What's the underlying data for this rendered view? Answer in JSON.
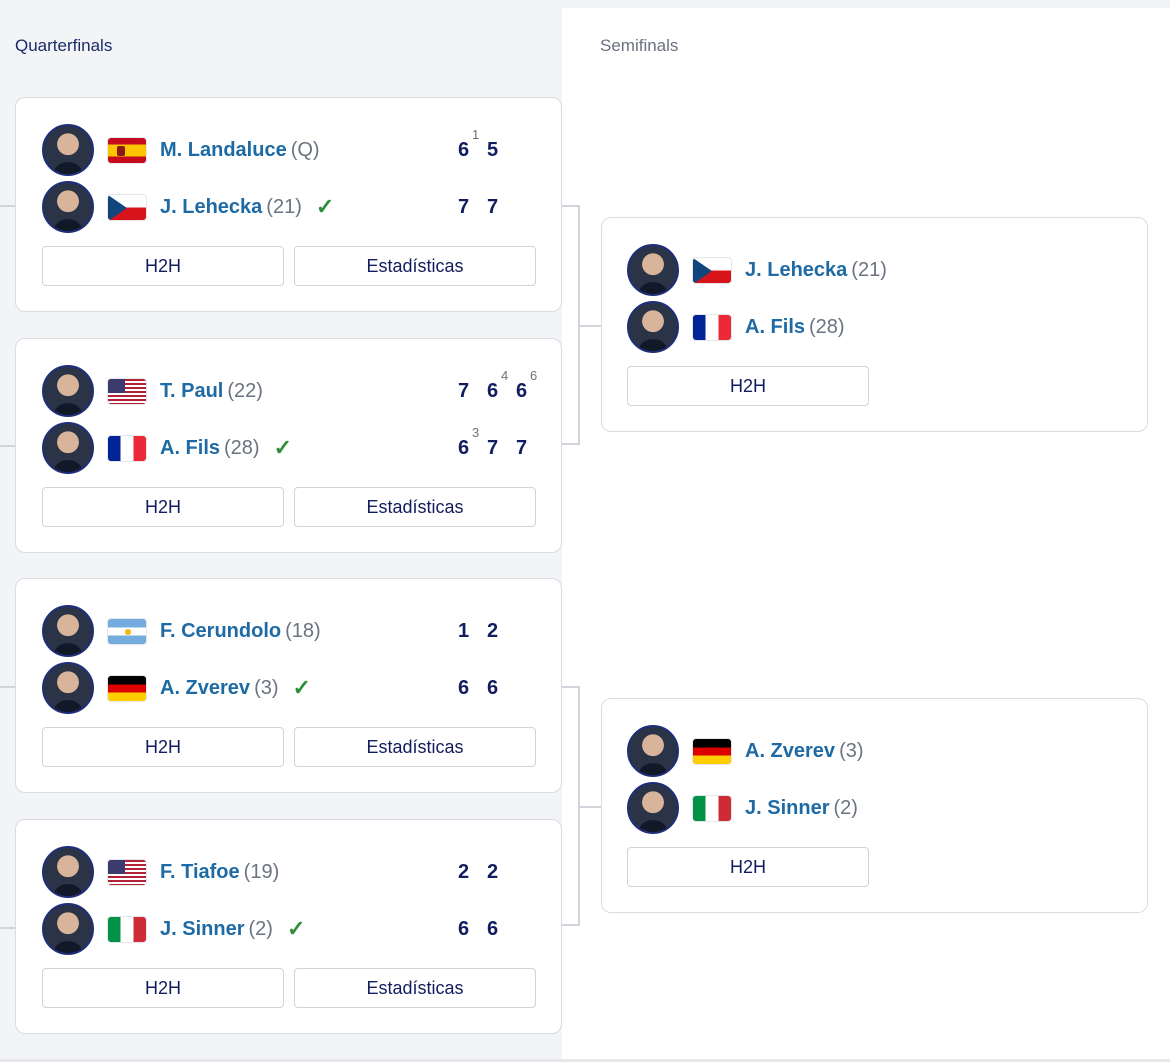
{
  "rounds": {
    "quarterfinals": "Quarterfinals",
    "semifinals": "Semifinals"
  },
  "buttons": {
    "h2h": "H2H",
    "stats": "Estadísticas"
  },
  "quarterfinals": [
    {
      "players": [
        {
          "name": "M. Landaluce",
          "seed": "(Q)",
          "flag": "spain-flag",
          "winner": false,
          "scores": [
            {
              "v": "6",
              "tb": "1"
            },
            {
              "v": "5",
              "tb": ""
            }
          ]
        },
        {
          "name": "J. Lehecka",
          "seed": "(21)",
          "flag": "czech-flag",
          "winner": true,
          "scores": [
            {
              "v": "7",
              "tb": ""
            },
            {
              "v": "7",
              "tb": ""
            }
          ]
        }
      ]
    },
    {
      "players": [
        {
          "name": "T. Paul",
          "seed": "(22)",
          "flag": "usa-flag",
          "winner": false,
          "scores": [
            {
              "v": "7",
              "tb": ""
            },
            {
              "v": "6",
              "tb": "4"
            },
            {
              "v": "6",
              "tb": "6"
            }
          ]
        },
        {
          "name": "A. Fils",
          "seed": "(28)",
          "flag": "france-flag",
          "winner": true,
          "scores": [
            {
              "v": "6",
              "tb": "3"
            },
            {
              "v": "7",
              "tb": ""
            },
            {
              "v": "7",
              "tb": ""
            }
          ]
        }
      ]
    },
    {
      "players": [
        {
          "name": "F. Cerundolo",
          "seed": "(18)",
          "flag": "argentina-flag",
          "winner": false,
          "scores": [
            {
              "v": "1",
              "tb": ""
            },
            {
              "v": "2",
              "tb": ""
            }
          ]
        },
        {
          "name": "A. Zverev",
          "seed": "(3)",
          "flag": "germany-flag",
          "winner": true,
          "scores": [
            {
              "v": "6",
              "tb": ""
            },
            {
              "v": "6",
              "tb": ""
            }
          ]
        }
      ]
    },
    {
      "players": [
        {
          "name": "F. Tiafoe",
          "seed": "(19)",
          "flag": "usa-flag",
          "winner": false,
          "scores": [
            {
              "v": "2",
              "tb": ""
            },
            {
              "v": "2",
              "tb": ""
            }
          ]
        },
        {
          "name": "J. Sinner",
          "seed": "(2)",
          "flag": "italy-flag",
          "winner": true,
          "scores": [
            {
              "v": "6",
              "tb": ""
            },
            {
              "v": "6",
              "tb": ""
            }
          ]
        }
      ]
    }
  ],
  "semifinals": [
    {
      "players": [
        {
          "name": "J. Lehecka",
          "seed": "(21)",
          "flag": "czech-flag"
        },
        {
          "name": "A. Fils",
          "seed": "(28)",
          "flag": "france-flag"
        }
      ]
    },
    {
      "players": [
        {
          "name": "A. Zverev",
          "seed": "(3)",
          "flag": "germany-flag"
        },
        {
          "name": "J. Sinner",
          "seed": "(2)",
          "flag": "italy-flag"
        }
      ]
    }
  ],
  "icons": {
    "winner": "check-icon",
    "avatar": "player-avatar"
  }
}
